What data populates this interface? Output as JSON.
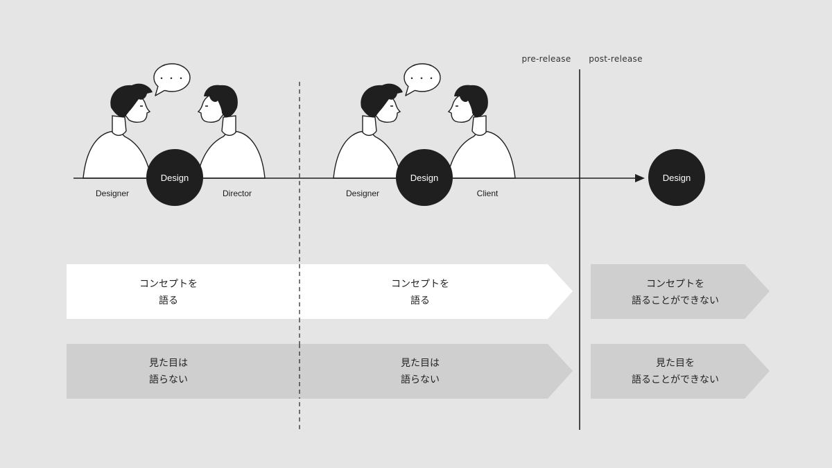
{
  "phases": {
    "pre_release": "pre-release",
    "post_release": "post-release"
  },
  "scenes": [
    {
      "left_person": "Designer",
      "right_person": "Director",
      "design": "Design",
      "speech": "・・・"
    },
    {
      "left_person": "Designer",
      "right_person": "Client",
      "design": "Design",
      "speech": "・・・"
    }
  ],
  "final_design": "Design",
  "rows": [
    {
      "pre_left": [
        "コンセプトを",
        "語る"
      ],
      "pre_right": [
        "コンセプトを",
        "語る"
      ],
      "post": [
        "コンセプトを",
        "語ることができない"
      ]
    },
    {
      "pre_left": [
        "見た目は",
        "語らない"
      ],
      "pre_right": [
        "見た目は",
        "語らない"
      ],
      "post": [
        "見た目を",
        "語ることができない"
      ]
    }
  ],
  "colors": {
    "background": "#e5e5e5",
    "ink": "#1f1f1f",
    "band_white": "#ffffff",
    "band_gray": "#cfcfcf"
  }
}
